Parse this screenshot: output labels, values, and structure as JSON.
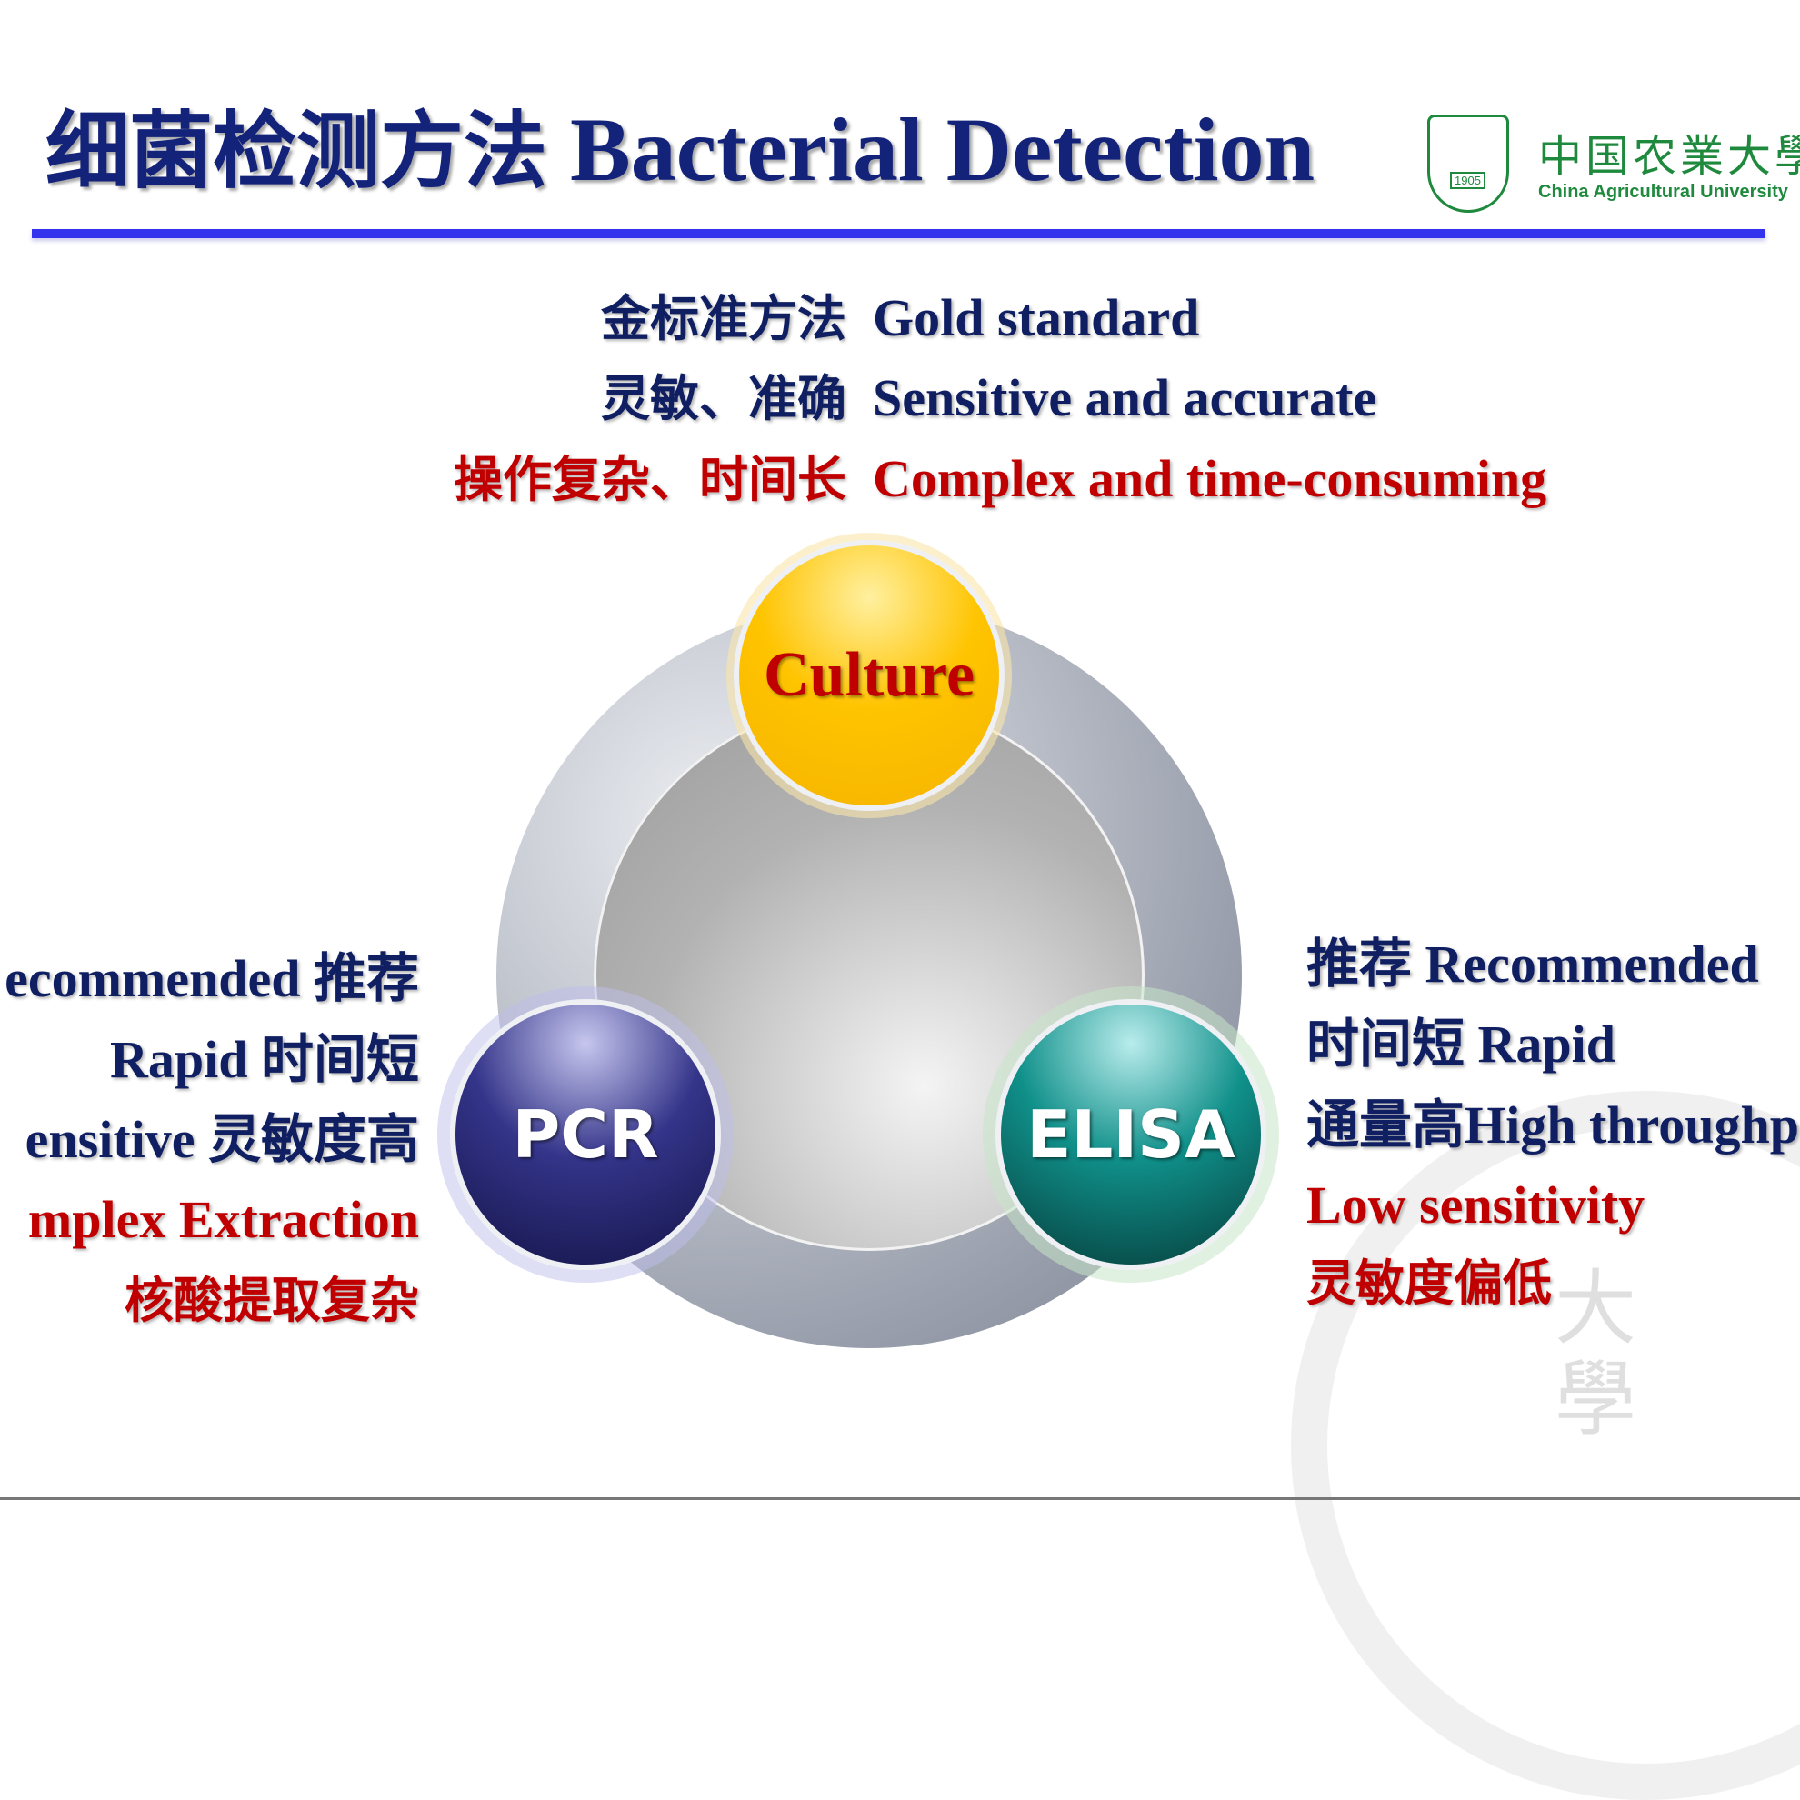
{
  "header": {
    "title_cn": "细菌检测方法",
    "title_en": "Bacterial Detection",
    "logo": {
      "name_cn": "中国农業大學",
      "name_en": "China Agricultural University",
      "year": "1905"
    }
  },
  "culture": {
    "label": "Culture",
    "points": [
      {
        "cn": "金标准方法",
        "en": "Gold standard",
        "tone": "positive"
      },
      {
        "cn": "灵敏、准确",
        "en": "Sensitive and accurate",
        "tone": "positive"
      },
      {
        "cn": "操作复杂、时间长",
        "en": "Complex and time-consuming",
        "tone": "negative"
      }
    ]
  },
  "pcr": {
    "label": "PCR",
    "points": [
      "ecommended 推荐",
      "Rapid 时间短",
      "ensitive 灵敏度高",
      "mplex Extraction",
      "核酸提取复杂"
    ]
  },
  "elisa": {
    "label": "ELISA",
    "points": [
      "推荐 Recommended",
      "时间短 Rapid",
      "通量高High throughp",
      "Low sensitivity",
      "灵敏度偏低"
    ]
  },
  "watermark": "大學",
  "colors": {
    "navy": "#0f1f62",
    "red": "#c00000",
    "rule": "#3333ee",
    "logo_green": "#1f8a3e"
  }
}
